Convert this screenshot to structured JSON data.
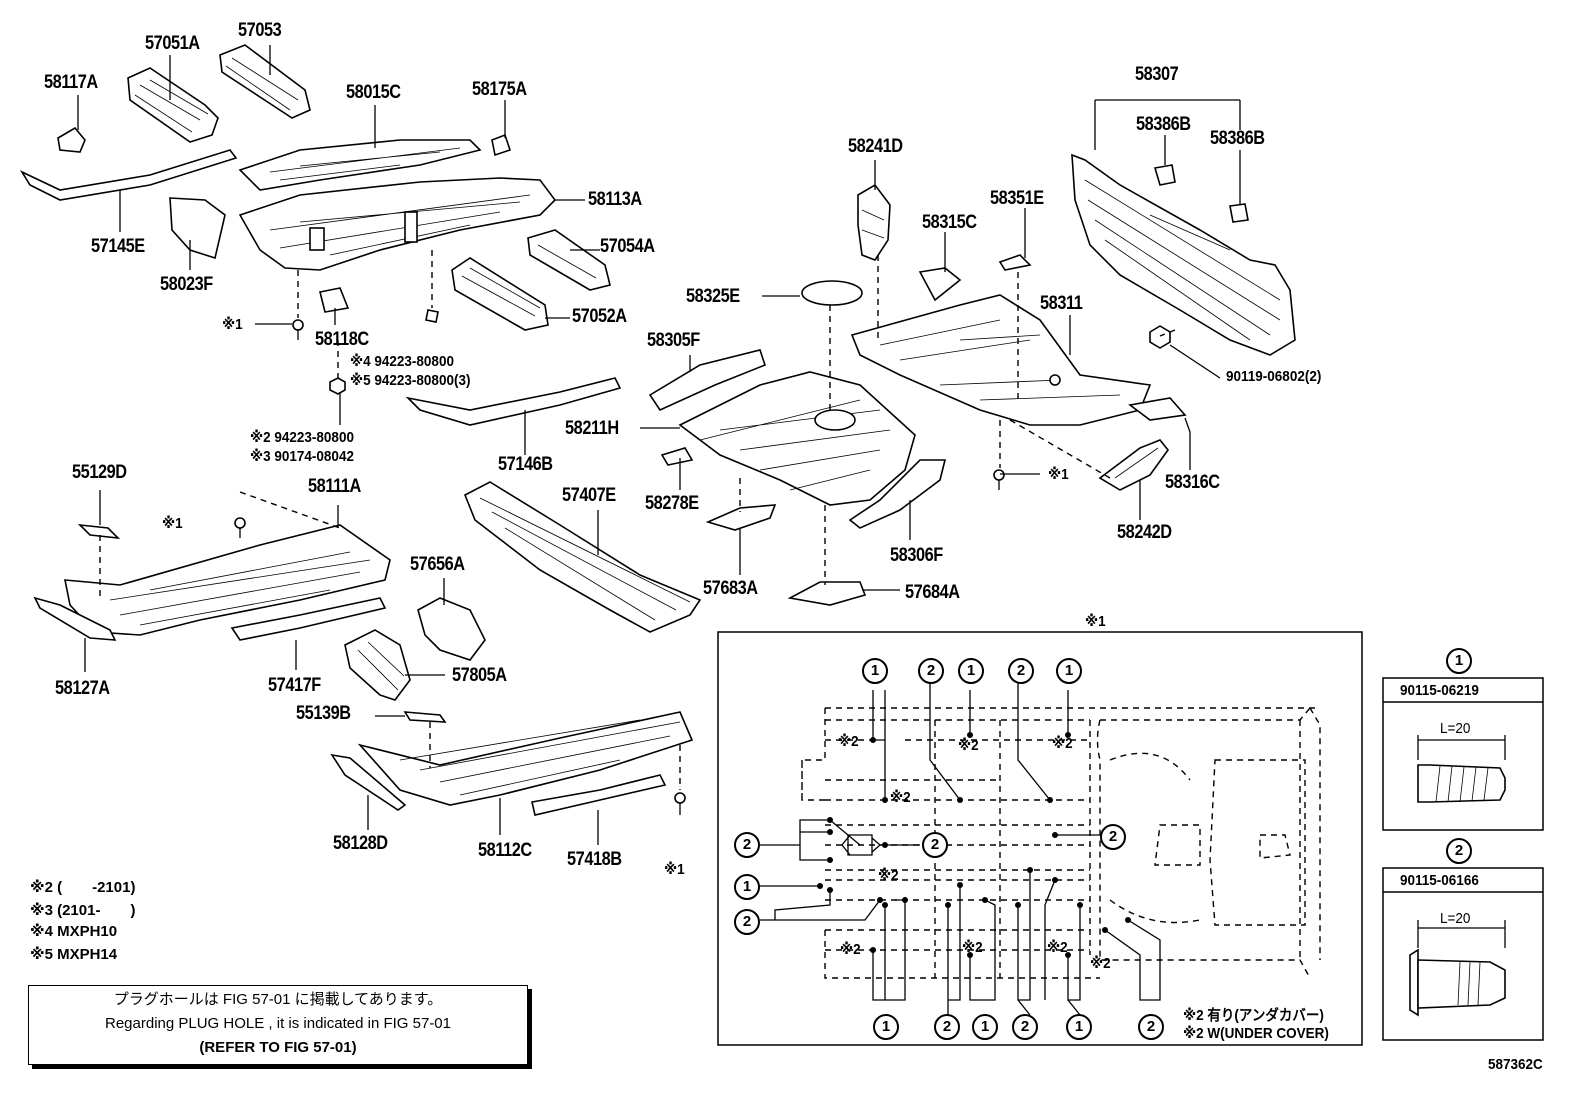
{
  "labels": {
    "p57051A": "57051A",
    "p57053": "57053",
    "p58117A": "58117A",
    "p58015C": "58015C",
    "p58175A": "58175A",
    "p58113A": "58113A",
    "p57145E": "57145E",
    "p58023F": "58023F",
    "p57054A": "57054A",
    "p57052A": "57052A",
    "p58118C": "58118C",
    "p58241D": "58241D",
    "p58307": "58307",
    "p58386B_1": "58386B",
    "p58386B_2": "58386B",
    "p58351E": "58351E",
    "p58315C": "58315C",
    "p58325E": "58325E",
    "p58311": "58311",
    "p58305F": "58305F",
    "p58211H": "58211H",
    "p57146B": "57146B",
    "p55129D": "55129D",
    "p58111A": "58111A",
    "p57407E": "57407E",
    "p58278E": "58278E",
    "p58316C": "58316C",
    "p58242D": "58242D",
    "p58306F": "58306F",
    "p57656A": "57656A",
    "p57683A": "57683A",
    "p57684A": "57684A",
    "p58127A": "58127A",
    "p57417F": "57417F",
    "p57805A": "57805A",
    "p55139B": "55139B",
    "p58128D": "58128D",
    "p58112C": "58112C",
    "p57418B": "57418B"
  },
  "fastener_labels": {
    "f90119": "90119-06802(2)",
    "f4": "※4 94223-80800",
    "f5": "※5 94223-80800(3)",
    "f2": "※2 94223-80800",
    "f3": "※3 90174-08042"
  },
  "markers": {
    "x1": "※1",
    "x2": "※2"
  },
  "notes": {
    "n2": "※2 (　　-2101)",
    "n3": "※3 (2101-　　)",
    "n4": "※4 MXPH10",
    "n5": "※5 MXPH14"
  },
  "plug_hole_box": {
    "line1": "プラグホールは FIG 57-01 に掲載してあります。",
    "line2": "Regarding PLUG HOLE , it is indicated in FIG 57-01",
    "line3": "(REFER TO FIG 57-01)"
  },
  "detail": {
    "title": "※1",
    "circle1": "1",
    "circle2": "2",
    "legend_with": "※2 有り(アンダカバー)",
    "legend_w": "※2 W(UNDER COVER)"
  },
  "bolts": [
    {
      "symbol": "1",
      "part": "90115-06219",
      "length": "L=20"
    },
    {
      "symbol": "2",
      "part": "90115-06166",
      "length": "L=20"
    }
  ],
  "figure_code": "587362C"
}
